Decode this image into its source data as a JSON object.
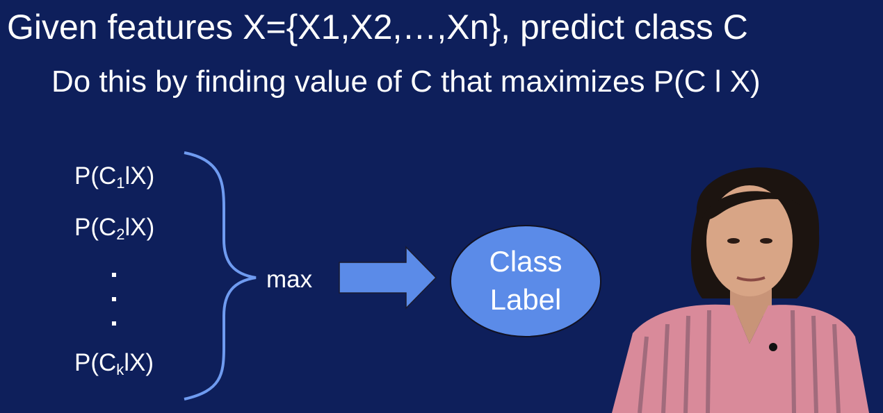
{
  "slide": {
    "title": "Given features X={X1,X2,…,Xn}, predict class C",
    "subtitle": "Do this by finding value of C that maximizes P(C l X)"
  },
  "probabilities": [
    {
      "prefix": "P(C",
      "sub": "1",
      "suffix": "lX)"
    },
    {
      "prefix": "P(C",
      "sub": "2",
      "suffix": "lX)"
    },
    {
      "prefix": "P(C",
      "sub": "k",
      "suffix": "lX)"
    }
  ],
  "ellipsis_dots": [
    ":",
    ":",
    ":"
  ],
  "max_label": "max",
  "class_label": {
    "line1": "Class",
    "line2": "Label"
  },
  "colors": {
    "background": "#0e1f5b",
    "accent_blue": "#5b8be8",
    "brace_blue": "#6f9bf0",
    "text": "#ffffff"
  }
}
